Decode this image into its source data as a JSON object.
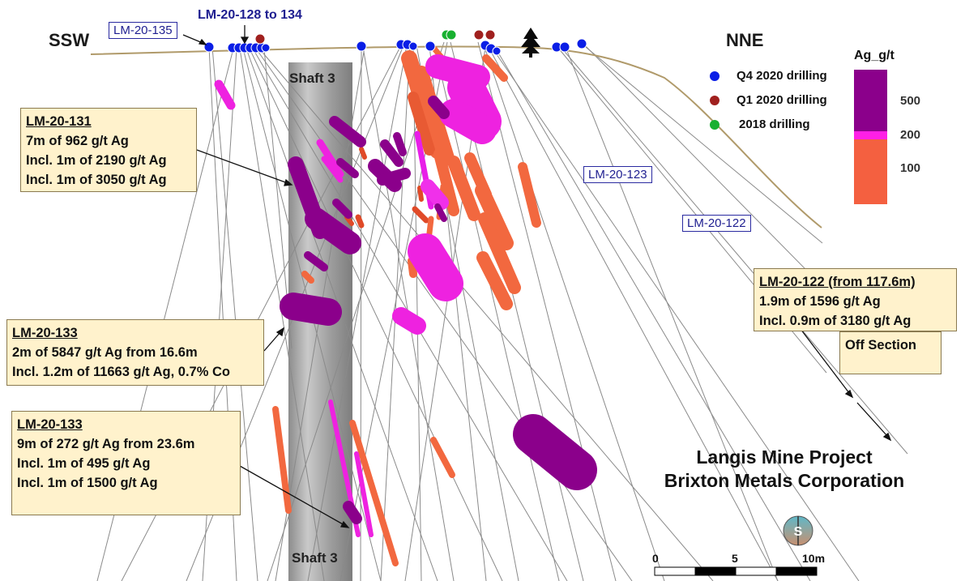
{
  "section": {
    "left_direction": "SSW",
    "right_direction": "NNE",
    "shaft_label_top": "Shaft 3",
    "shaft_label_bottom": "Shaft 3"
  },
  "hole_labels": {
    "lm_20_135": "LM-20-135",
    "lm_20_128_134": "LM-20-128 to 134",
    "lm_20_123": "LM-20-123",
    "lm_20_122": "LM-20-122"
  },
  "callouts": {
    "lm_20_131": {
      "title": "LM-20-131",
      "line1": "7m of 962 g/t Ag",
      "line2": "Incl. 1m of 2190 g/t Ag",
      "line3": "Incl. 1m of 3050 g/t Ag"
    },
    "lm_20_133_upper": {
      "title": "LM-20-133",
      "line1": "2m of 5847 g/t Ag from 16.6m",
      "line2": "Incl. 1.2m of 11663 g/t Ag, 0.7% Co"
    },
    "lm_20_133_lower": {
      "title": "LM-20-133",
      "line1": "9m of 272 g/t Ag from 23.6m",
      "line2": "Incl. 1m of 495 g/t Ag",
      "line3": "Incl. 1m of 1500 g/t Ag"
    },
    "lm_20_122": {
      "title": "LM-20-122 (from 117.6m)",
      "line1": "1.9m of 1596 g/t Ag",
      "line2": "Incl. 0.9m of 3180 g/t Ag"
    },
    "off_section": "Off Section"
  },
  "legend": {
    "drilling": [
      {
        "label": "Q4 2020 drilling",
        "color": "#0a1ee6"
      },
      {
        "label": "Q1 2020 drilling",
        "color": "#a0201e"
      },
      {
        "label": "2018 drilling",
        "color": "#18b030"
      }
    ],
    "grade_title": "Ag_g/t",
    "grade_values": [
      "500",
      "200",
      "100"
    ],
    "grade_colors": {
      "high": "#8b008b",
      "mid": "#ff1fe6",
      "low": "#f46040"
    }
  },
  "project": {
    "line1": "Langis Mine Project",
    "line2": "Brixton Metals Corporation"
  },
  "scale_bar": {
    "labels": [
      "0",
      "5",
      "10m"
    ]
  }
}
